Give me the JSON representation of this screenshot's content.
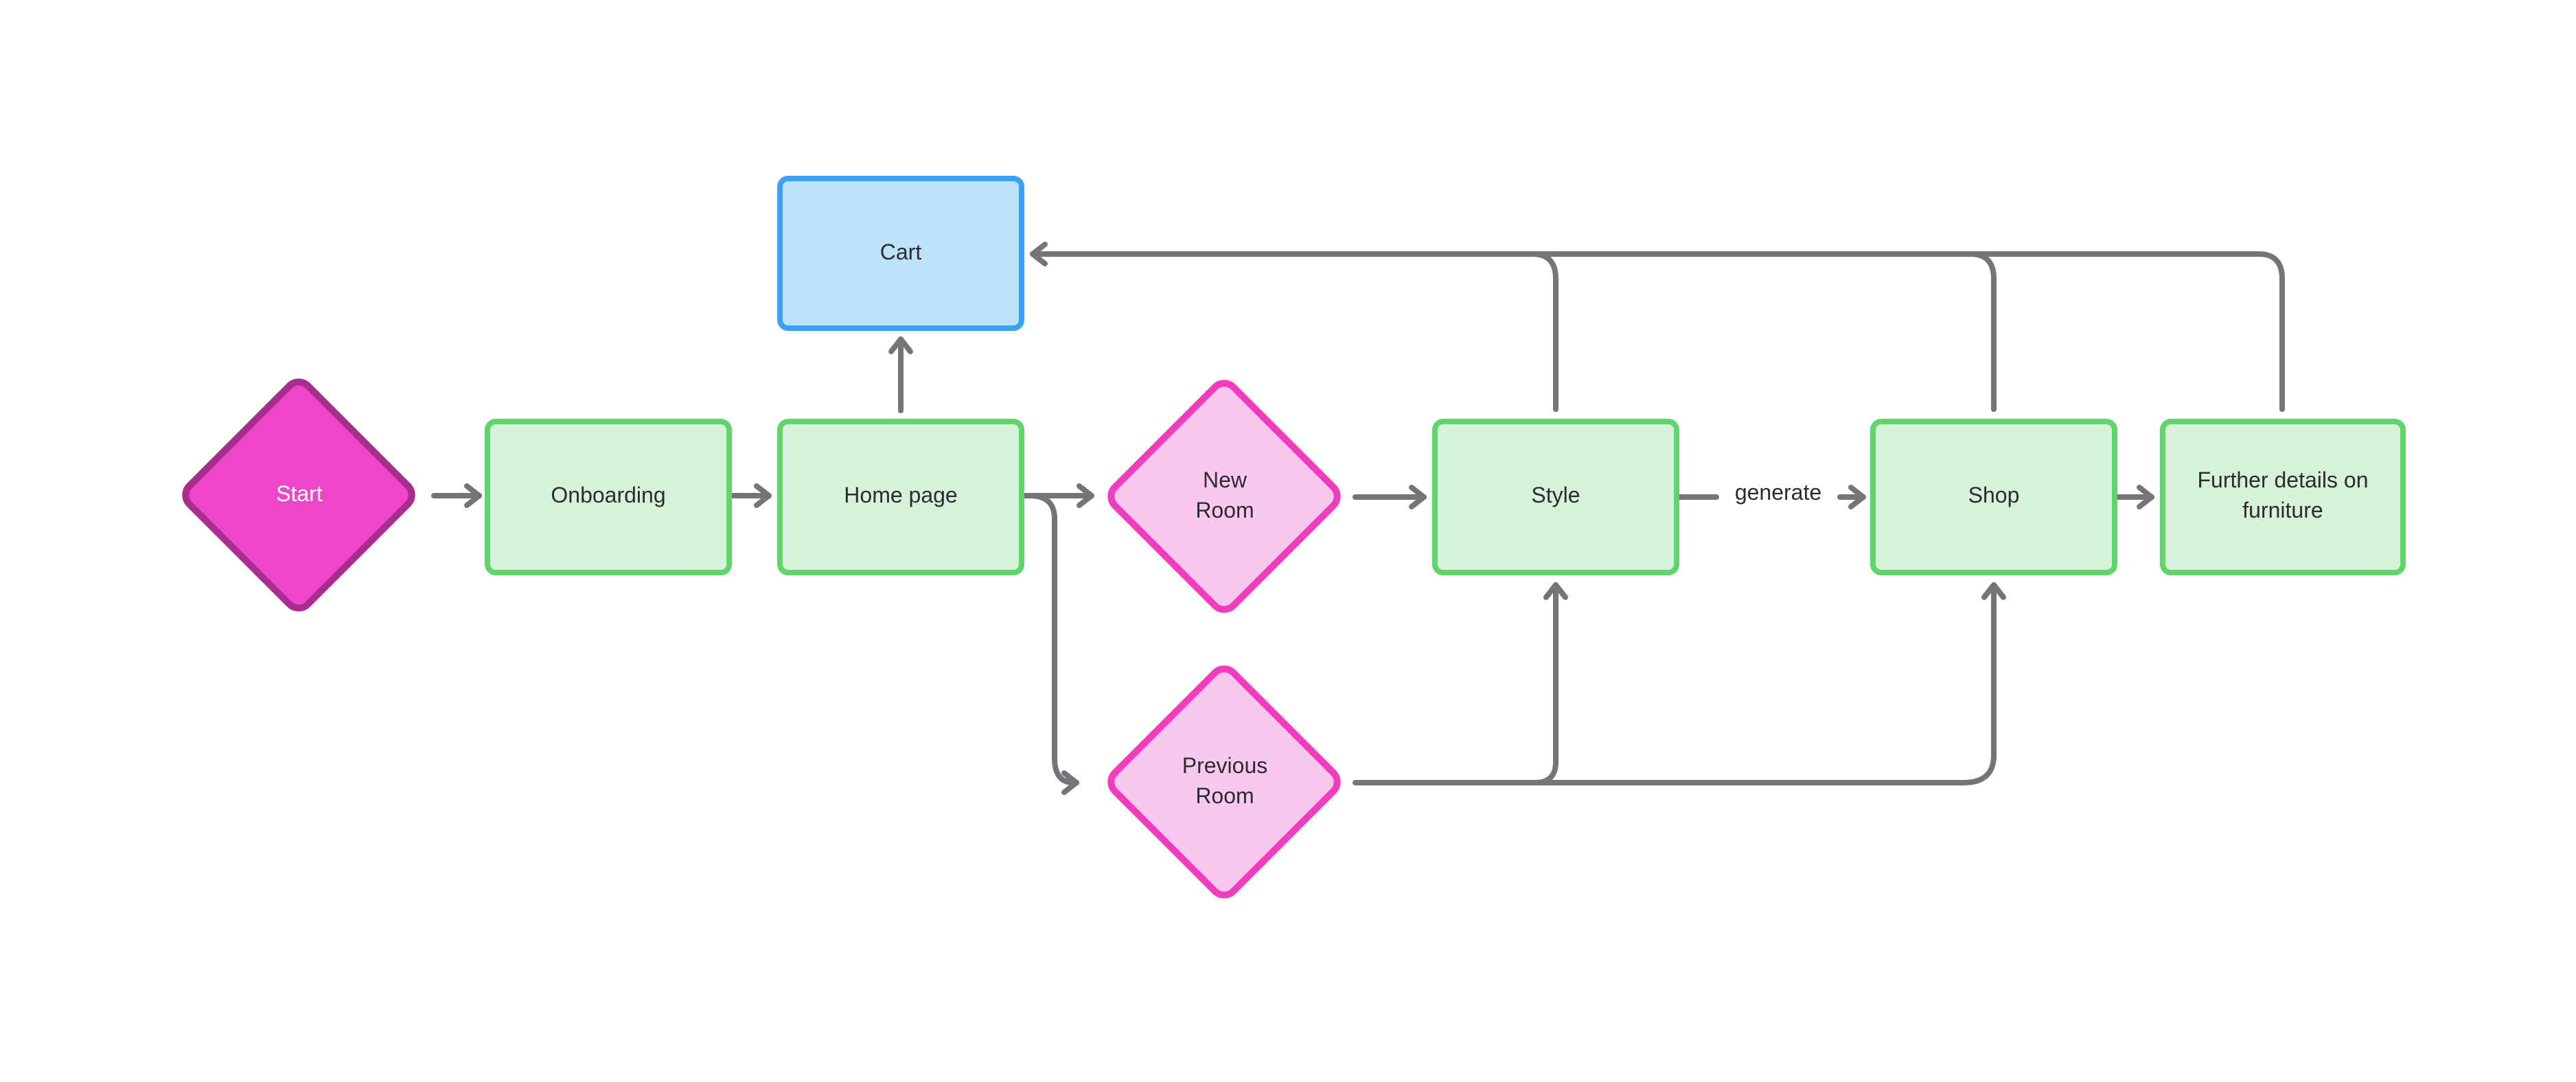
{
  "diagram": {
    "title": "room-shopping-flowchart",
    "nodes": {
      "start": {
        "label": "Start",
        "shape": "diamond"
      },
      "onboarding": {
        "label": "Onboarding",
        "shape": "rectangle"
      },
      "home": {
        "label": "Home page",
        "shape": "rectangle"
      },
      "cart": {
        "label": "Cart",
        "shape": "rectangle"
      },
      "new_room": {
        "label": "New\nRoom",
        "shape": "diamond"
      },
      "previous_room": {
        "label": "Previous\nRoom",
        "shape": "diamond"
      },
      "style": {
        "label": "Style",
        "shape": "rectangle"
      },
      "shop": {
        "label": "Shop",
        "shape": "rectangle"
      },
      "further_details": {
        "label": "Further details on\nfurniture",
        "shape": "rectangle"
      }
    },
    "edge_labels": {
      "generate": "generate"
    },
    "edges": [
      "start -> onboarding",
      "onboarding -> home",
      "home -> cart",
      "home -> new_room",
      "home -> previous_room",
      "new_room -> style",
      "style -> shop (generate)",
      "shop -> further_details",
      "previous_room -> style",
      "previous_room -> shop",
      "style -> cart",
      "shop -> cart",
      "further_details -> cart"
    ],
    "colors": {
      "edge": "#747578",
      "text": "#2c2c30",
      "green-fill": "#d6f2d9",
      "green-border": "#5fd56b",
      "blue-fill": "#bfe2fb",
      "blue-border": "#3aa2f5",
      "magenta-fill": "#ee46c8",
      "magenta-border": "#a92d8e",
      "pink-fill": "#f9c8ee",
      "pink-border": "#f23cbe",
      "start-text": "#ffffff",
      "background": "#ffffff"
    }
  }
}
